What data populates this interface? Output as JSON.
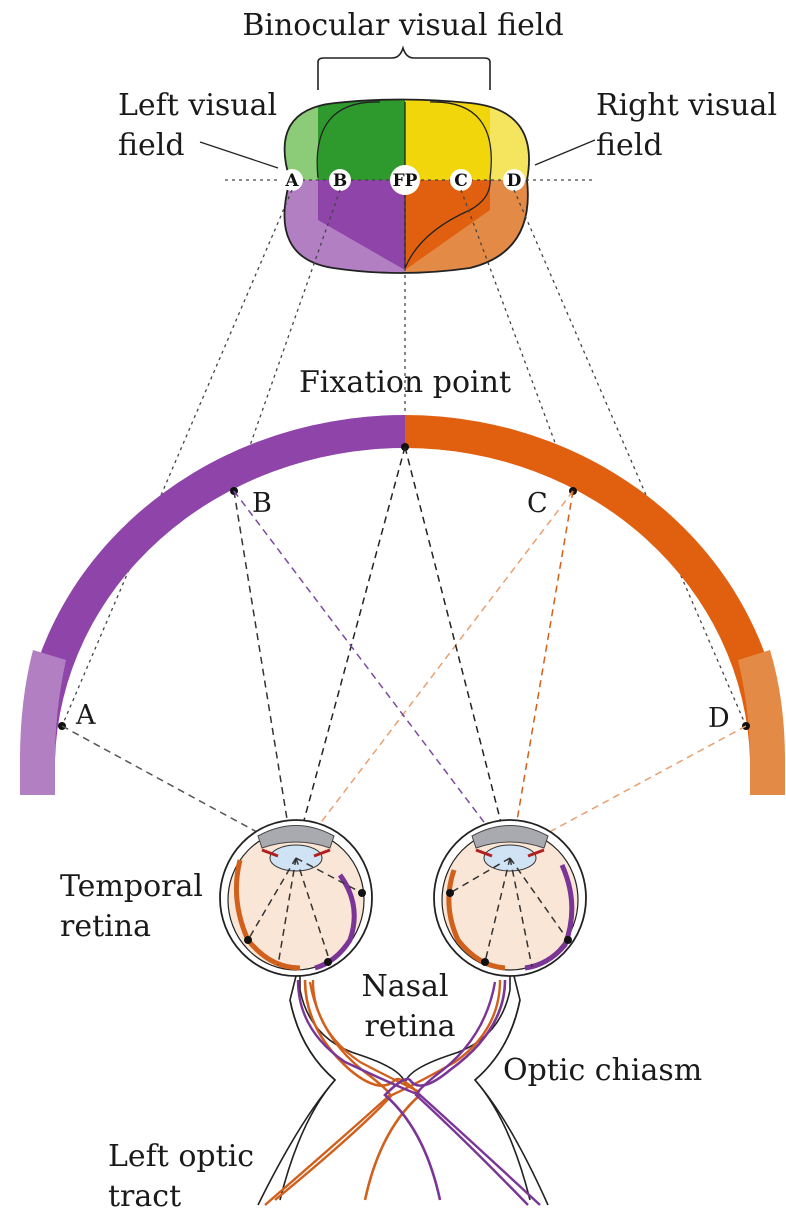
{
  "labels": {
    "binocular_field": "Binocular visual field",
    "left_field_1": "Left visual",
    "left_field_2": "field",
    "right_field_1": "Right visual",
    "right_field_2": "field",
    "fixation_point": "Fixation point",
    "temporal_1": "Temporal",
    "temporal_2": "retina",
    "nasal_1": "Nasal",
    "nasal_2": "retina",
    "chiasm": "Optic chiasm",
    "tract_1": "Left optic",
    "tract_2": "tract"
  },
  "field_points": {
    "a": "A",
    "b": "B",
    "fp": "FP",
    "c": "C",
    "d": "D"
  },
  "arc_points": {
    "a": "A",
    "b": "B",
    "c": "C",
    "d": "D"
  },
  "colors": {
    "purple": "#8e44a8",
    "purple_light": "#b17fc2",
    "purple_mid": "#9b5bb3",
    "orange": "#e0600f",
    "orange_light": "#e48a47",
    "green_dark": "#2e9a2e",
    "green_light": "#8ccb78",
    "yellow": "#f2d60c",
    "yellow_light": "#f4e45e",
    "tract_orange": "#d0601c",
    "tract_purple": "#7a3596"
  }
}
